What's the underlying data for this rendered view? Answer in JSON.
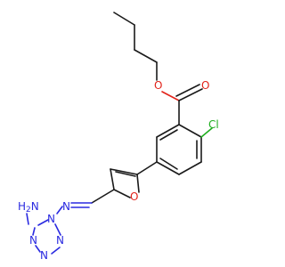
{
  "molecule": {
    "atoms": {
      "o_carbonyl": "O",
      "o_ester": "O",
      "cl": "Cl",
      "o_furan": "O",
      "n_imine": "N",
      "n_ring1": "N",
      "n_ring2": "N",
      "n_ring3": "N",
      "n_ring4": "N",
      "amine_h": "H",
      "amine_sub": "2",
      "amine_n": "N"
    },
    "colors": {
      "carbon_bond": "#1a1a1a",
      "oxygen": "#e2231a",
      "nitrogen": "#2a2ae0",
      "chlorine": "#1fae1f"
    }
  }
}
